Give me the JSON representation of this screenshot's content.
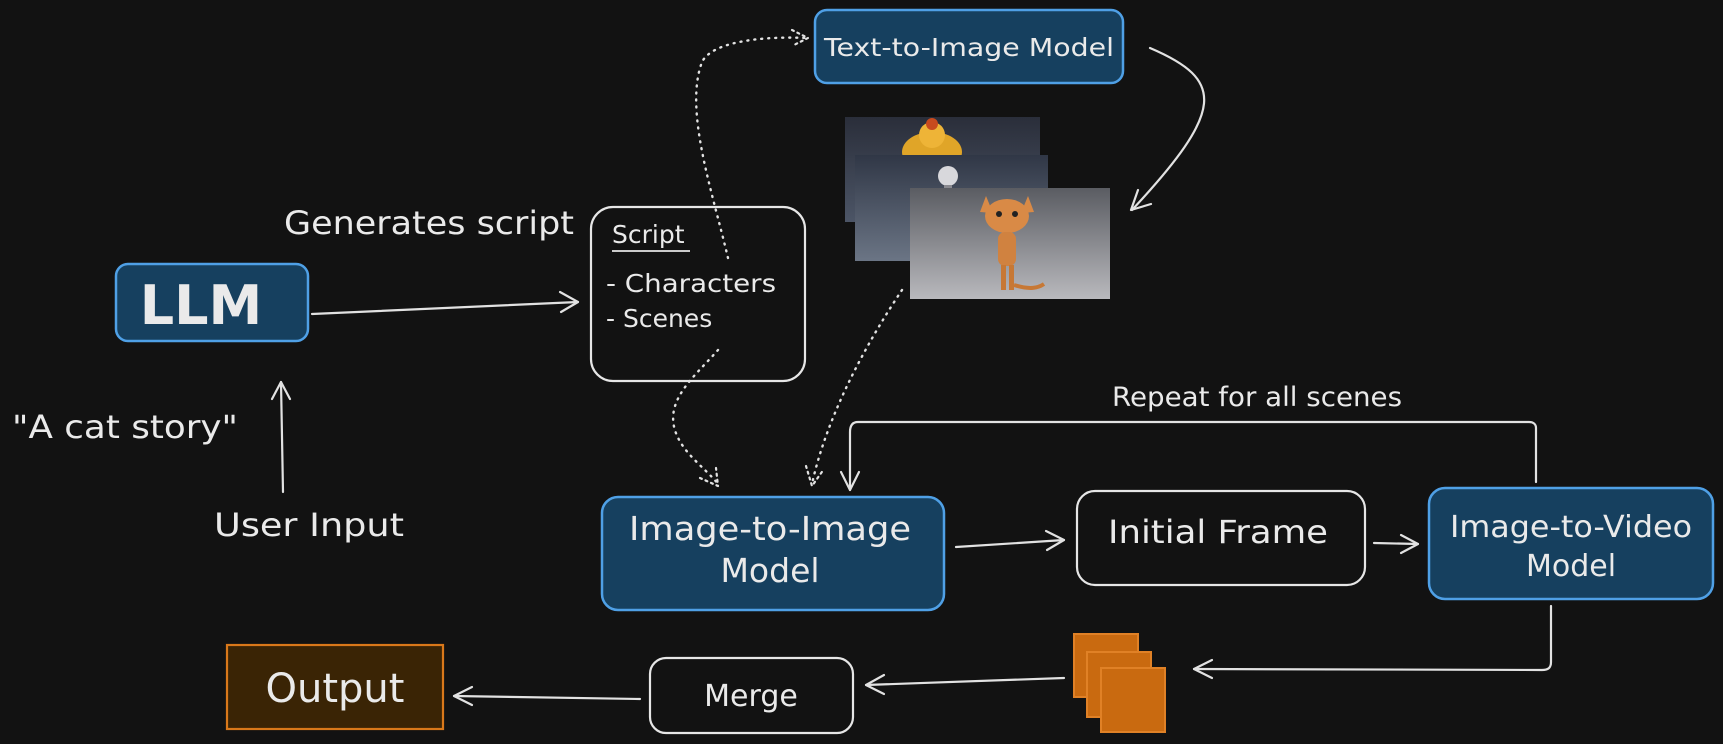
{
  "colors": {
    "background": "#121212",
    "model_fill": "#16405f",
    "model_stroke": "#4fa0e6",
    "plain_stroke": "#e6e6e6",
    "output_fill": "#3a2405",
    "output_stroke": "#d9781a",
    "frame_fill": "#c96a10"
  },
  "nodes": {
    "llm": "LLM",
    "text_to_image": "Text-to-Image Model",
    "script": {
      "title": "Script",
      "items": [
        "- Characters",
        "- Scenes"
      ]
    },
    "image_to_image": [
      "Image-to-Image",
      "Model"
    ],
    "initial_frame": "Initial Frame",
    "image_to_video": [
      "Image-to-Video",
      "Model"
    ],
    "merge": "Merge",
    "output": "Output"
  },
  "labels": {
    "generates_script": "Generates script",
    "user_quote": "\"A cat story\"",
    "user_input": "User Input",
    "repeat": "Repeat for all scenes"
  },
  "icons": {
    "generated_images": "character-image-stack",
    "video_frames": "video-frame-stack"
  }
}
